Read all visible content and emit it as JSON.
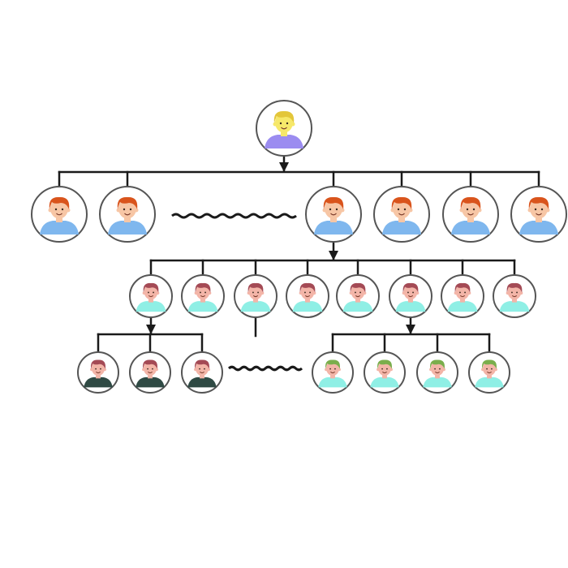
{
  "tree": {
    "root": {
      "avatar": {
        "hair": "#e3c63a",
        "skin": "#f6e86a",
        "shirt": "#9b8cf0"
      }
    },
    "levels": [
      {
        "name": "level-1",
        "avatar": {
          "hair": "#d9541c",
          "skin": "#f7c6a5",
          "shirt": "#7fb7ee"
        },
        "count_left": 2,
        "count_right": 4,
        "has_continuation": true
      },
      {
        "name": "level-2",
        "avatar": {
          "hair": "#a44a55",
          "skin": "#f3b5a8",
          "shirt": "#8fefe5"
        },
        "count": 8,
        "has_continuation": false
      },
      {
        "name": "level-3",
        "groups": [
          {
            "avatar": {
              "hair": "#a44a55",
              "skin": "#f3b5a8",
              "shirt": "#2f4a44"
            },
            "count": 3
          },
          {
            "avatar": {
              "hair": "#7aae4c",
              "skin": "#f3b5a8",
              "shirt": "#8fefe5"
            },
            "count": 4
          }
        ],
        "has_continuation": true
      }
    ],
    "colors": {
      "line": "#1a1a1a",
      "node_border": "#555555",
      "node_fill": "#ffffff"
    }
  }
}
